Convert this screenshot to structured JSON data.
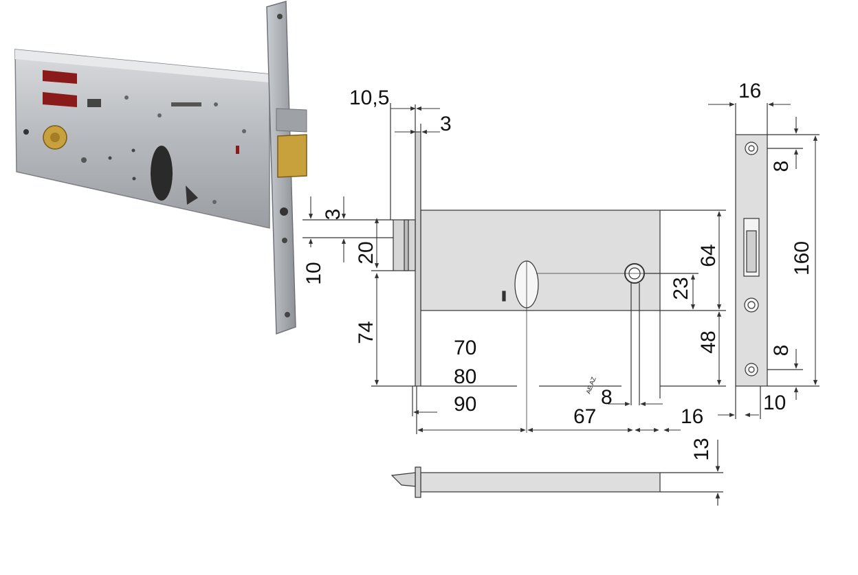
{
  "product": {
    "photo": "mortice-lock-photo",
    "icons": [
      "cylinder-icon",
      "latch-bolt-icon",
      "forend-icon"
    ]
  },
  "dimensions": {
    "backset_offset": "10,5",
    "forend_thickness": "3",
    "latch_offset": "3",
    "latch_gap": "10",
    "latch_height": "20",
    "lower_height": "74",
    "backset_70": "70",
    "backset_80": "80",
    "backset_90": "90",
    "hub_spacing": "67",
    "spindle_square": "8",
    "spindle_note": "AE\nAZ",
    "rear_offset": "16",
    "case_upper": "64",
    "hub_offset": "23",
    "case_lower": "48",
    "forend_width": "16",
    "screw_top": "8",
    "forend_length": "160",
    "screw_bottom": "8",
    "screw_edge": "10",
    "bolt_thickness": "13"
  },
  "colors": {
    "body_fill": "#dcdcdc",
    "line": "#333333",
    "brass": "#c8a03c",
    "steel": "#b9bcc0",
    "label": "#8b1a1a"
  }
}
